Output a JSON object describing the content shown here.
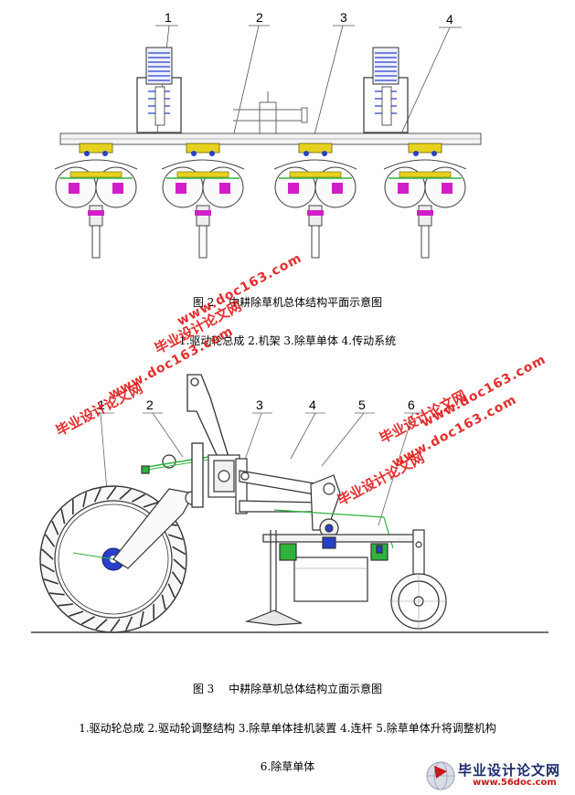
{
  "figure2": {
    "part_labels": [
      "1",
      "2",
      "3",
      "4"
    ],
    "caption": "图 2　 中耕除草机总体结构平面示意图",
    "legend": "1.驱动轮总成  2.机架  3.除草单体  4.传动系统"
  },
  "figure3": {
    "part_labels": [
      "1",
      "2",
      "3",
      "4",
      "5",
      "6"
    ],
    "caption": "图 3　 中耕除草机总体结构立面示意图",
    "legend_line1": "1.驱动轮总成  2.驱动轮调整结构  3.除草单体挂机装置  4.连杆  5.除草单体升将调整机构",
    "legend_line2": "6.除草单体"
  },
  "watermarks": {
    "text_cn": "毕业设计论文网",
    "text_url": "www.doc163.com"
  },
  "logo": {
    "title": "毕业设计论文网",
    "url": "www.56doc.com"
  },
  "colors": {
    "frame_gray": "#7f7f7f",
    "magenta": "#d21ec8",
    "yellow": "#e6d21e",
    "green": "#2db43c",
    "blue": "#2840c8",
    "watermark_red": "#e01818"
  }
}
